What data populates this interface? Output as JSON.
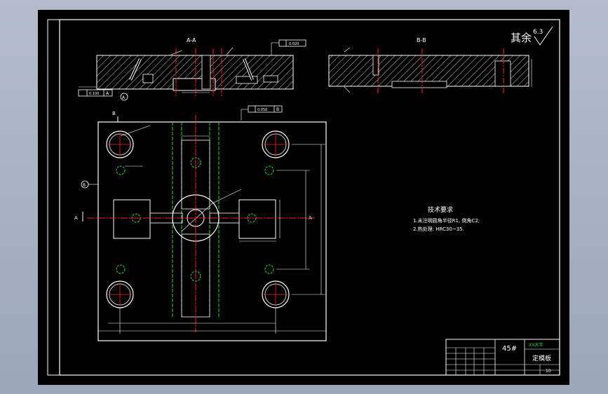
{
  "drawing": {
    "surface_roughness_label": "其余",
    "surface_roughness_value": "6.3",
    "section_aa": "A-A",
    "section_bb": "B-B",
    "section_mark_a": "A",
    "section_mark_b": "B",
    "datum_a_symbol": "A",
    "datum_b_symbol": "B",
    "tol_perp_a": "0.100",
    "tol_perp_a_datum": "A",
    "tol_parallel": "0.020",
    "tol_perp_b": "0.050",
    "tol_perp_b_datum": "B",
    "tech_title": "技术要求",
    "tech_line1": "1.未注明圆角半径R1, 倒角C2;",
    "tech_line2": "2.热处理: HRC30~35."
  },
  "title_block": {
    "material": "45#",
    "part_name": "定模板",
    "code": "10",
    "school": "XX大学"
  },
  "colors": {
    "outline": "#ffffff",
    "centerline": "#ff2020",
    "hidden": "#22dd22",
    "dimension": "#ffffff",
    "hatch": "#ffffff"
  }
}
